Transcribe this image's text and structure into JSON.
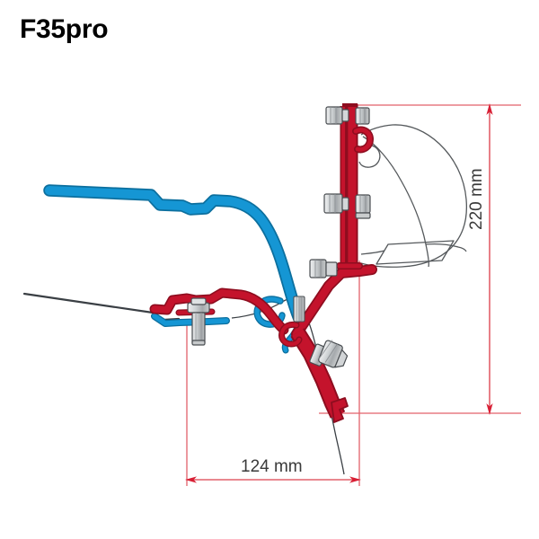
{
  "drawing": {
    "title": "F35pro",
    "type": "technical-mounting-bracket-diagram",
    "dimensions": {
      "horizontal": {
        "label": "124 mm",
        "value": 124,
        "unit": "mm",
        "orientation": "horizontal"
      },
      "vertical": {
        "label": "220 mm",
        "value": 220,
        "unit": "mm",
        "orientation": "vertical"
      }
    },
    "colors": {
      "bracket_red": "#c4132c",
      "bracket_red_dark": "#8e0d1f",
      "rail_blue": "#1596d4",
      "rail_blue_dark": "#0c6f9e",
      "dimension_line": "#e2616b",
      "dimension_arrow": "#d81e34",
      "outline_gray": "#3a3f44",
      "thin_outline": "#55595c",
      "hardware_gray": "#b9bcbf",
      "hardware_light": "#e4e6e8",
      "title_black": "#000000",
      "label_gray": "#3a3a3a",
      "background": "#ffffff"
    },
    "parts": [
      {
        "name": "awning-case",
        "color": "#55595c",
        "description": "awning case cross-section outline"
      },
      {
        "name": "adapter-bracket",
        "color": "#c4132c",
        "description": "red F35pro adapter bracket profile"
      },
      {
        "name": "roof-rail",
        "color": "#1596d4",
        "description": "blue vehicle roof rail profile"
      },
      {
        "name": "vehicle-body",
        "color": "#3a3f44",
        "description": "vehicle roof and side body outline"
      },
      {
        "name": "bolt-upper",
        "color": "#b9bcbf",
        "description": "upper hex bolt and nut"
      },
      {
        "name": "bolt-middle",
        "color": "#b9bcbf",
        "description": "middle hex bolt and nut"
      },
      {
        "name": "bolt-rail",
        "color": "#b9bcbf",
        "description": "rail clamp bolt with shaft"
      },
      {
        "name": "bolt-lower",
        "color": "#b9bcbf",
        "description": "lower hex bolt and nut"
      },
      {
        "name": "bolt-clamp",
        "color": "#b9bcbf",
        "description": "clamp bolt at junction"
      }
    ]
  }
}
